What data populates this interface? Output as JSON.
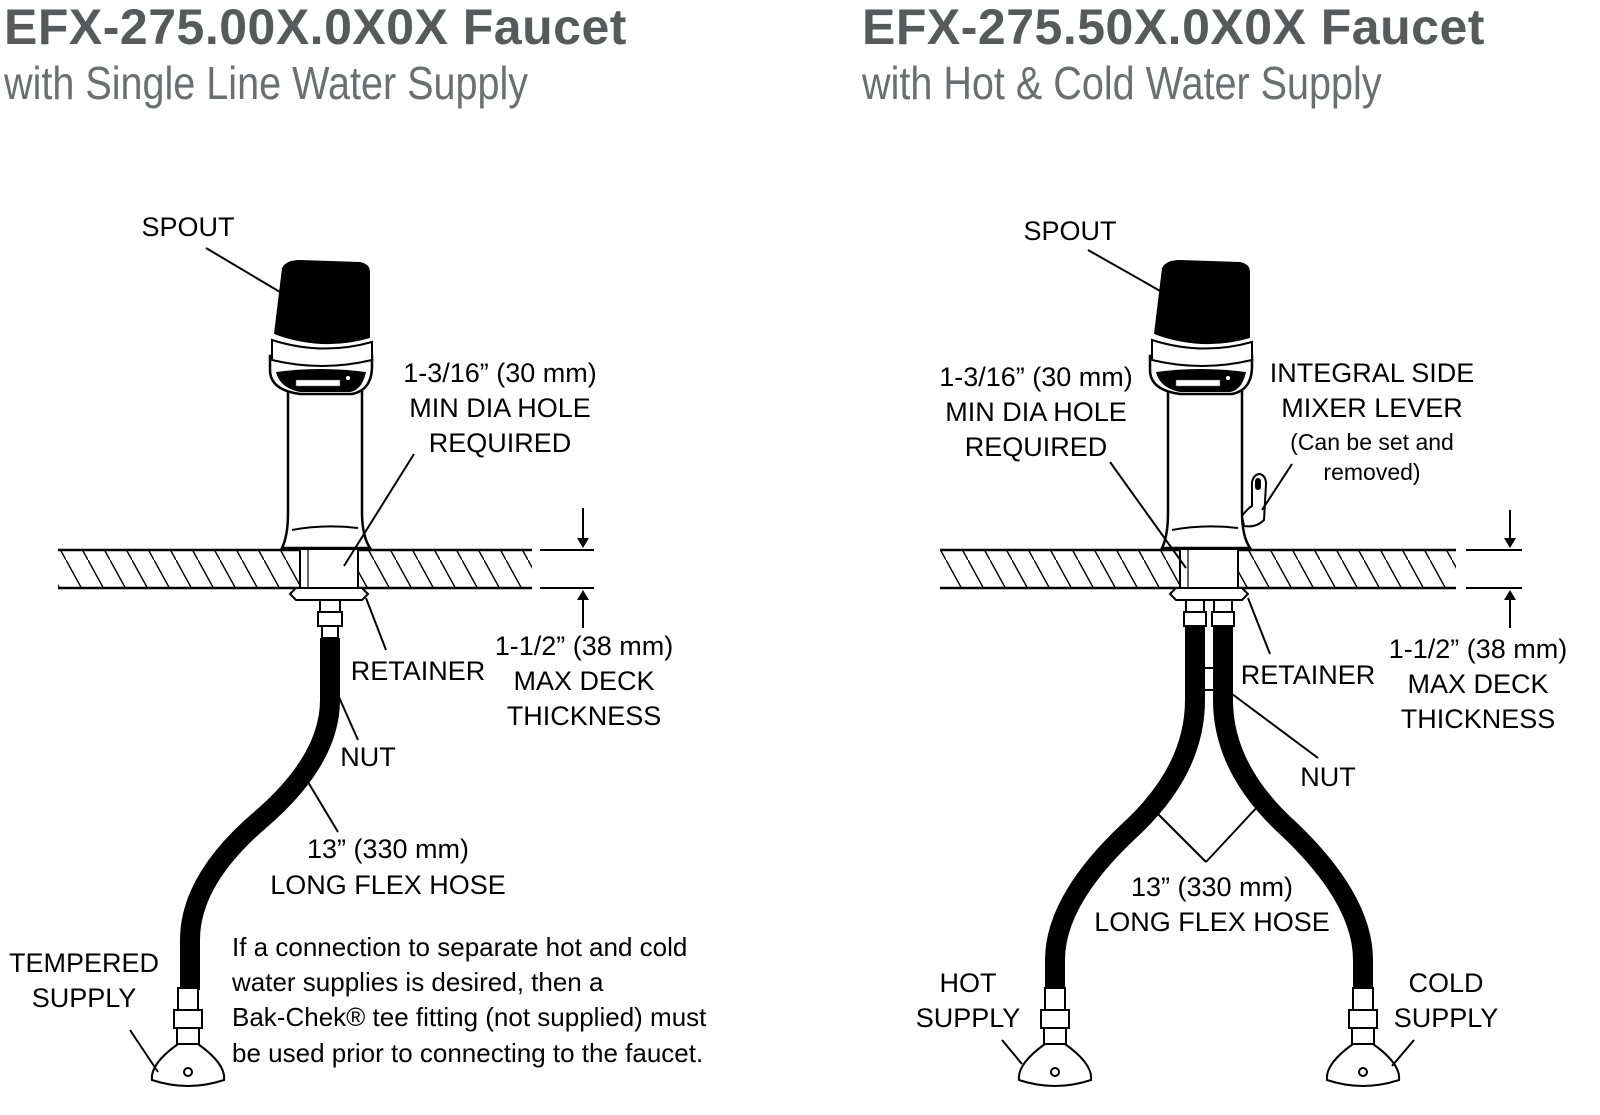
{
  "left": {
    "title": "EFX-275.00X.0X0X Faucet",
    "subtitle": "with Single Line Water Supply",
    "labels": {
      "spout": "SPOUT",
      "hole": [
        "1-3/16” (30 mm)",
        "MIN DIA HOLE",
        "REQUIRED"
      ],
      "retainer": "RETAINER",
      "deck": [
        "1-1/2” (38 mm)",
        "MAX DECK",
        "THICKNESS"
      ],
      "nut": "NUT",
      "hose": [
        "13” (330 mm)",
        "LONG FLEX HOSE"
      ],
      "supply": [
        "TEMPERED",
        "SUPPLY"
      ],
      "note": [
        "If a connection to separate hot and cold",
        "water supplies is desired, then a",
        "Bak-Chek® tee fitting (not supplied) must",
        "be used prior to connecting to the faucet."
      ]
    }
  },
  "right": {
    "title": "EFX-275.50X.0X0X Faucet",
    "subtitle": "with Hot & Cold Water Supply",
    "labels": {
      "spout": "SPOUT",
      "hole": [
        "1-3/16” (30 mm)",
        "MIN DIA HOLE",
        "REQUIRED"
      ],
      "mixer": [
        "INTEGRAL SIDE",
        "MIXER LEVER"
      ],
      "mixer_note": [
        "(Can be set and",
        "removed)"
      ],
      "retainer": "RETAINER",
      "deck": [
        "1-1/2” (38 mm)",
        "MAX DECK",
        "THICKNESS"
      ],
      "nut": "NUT",
      "hose": [
        "13” (330 mm)",
        "LONG FLEX HOSE"
      ],
      "hot": [
        "HOT",
        "SUPPLY"
      ],
      "cold": [
        "COLD",
        "SUPPLY"
      ]
    }
  },
  "icons": {
    "faucet": "faucet-icon",
    "stop_valve": "stop-valve-icon",
    "mixer_lever": "mixer-lever-icon"
  }
}
